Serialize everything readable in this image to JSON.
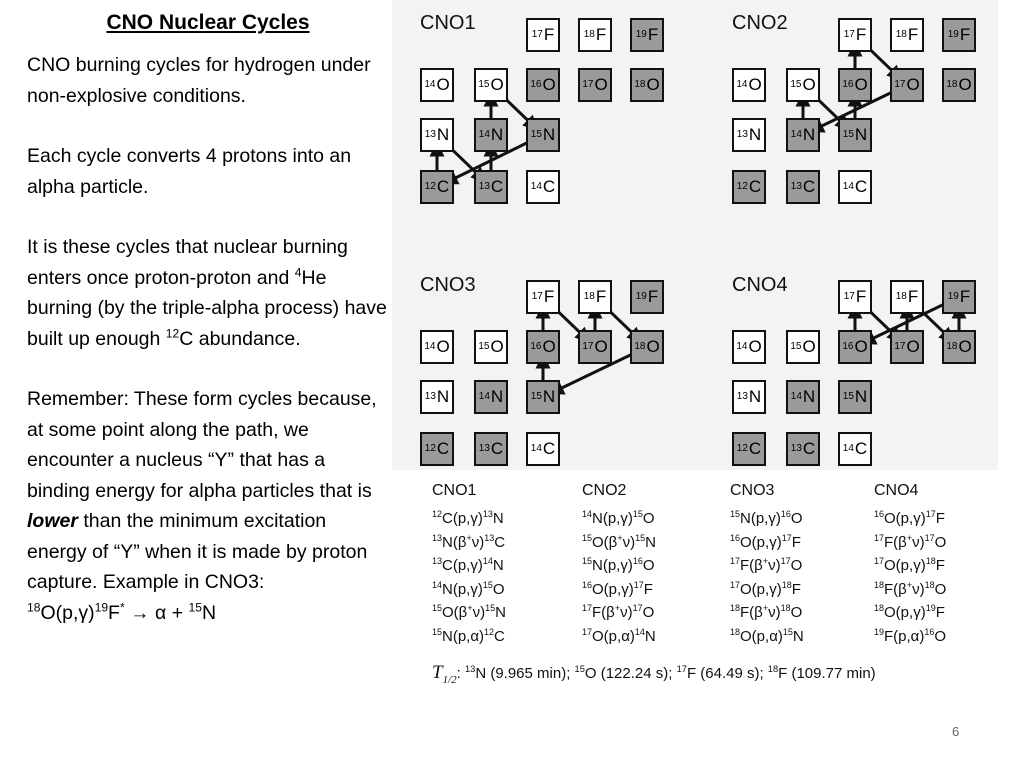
{
  "slide": {
    "title": "CNO Nuclear Cycles",
    "page_number": "6",
    "paragraphs": [
      [
        {
          "t": "CNO burning cycles for hydrogen under non-explosive conditions."
        }
      ],
      [
        {
          "t": "Each cycle converts 4 protons into an alpha particle."
        }
      ],
      [
        {
          "t": "It is these cycles that nuclear burning enters once proton-proton and "
        },
        {
          "sup": "4"
        },
        {
          "t": "He burning (by the triple-alpha process) have built up enough "
        },
        {
          "sup": "12"
        },
        {
          "t": "C abundance."
        }
      ],
      [
        {
          "t": "Remember:  These form cycles because, at some point along the path, we encounter a nucleus “Y” that has a binding energy for alpha particles that is "
        },
        {
          "bi": "lower"
        },
        {
          "t": " than the minimum excitation energy of “Y” when it is made by proton capture.  Example in CNO3: "
        },
        {
          "br": true
        },
        {
          "sup": "18"
        },
        {
          "t": "O(p,γ)"
        },
        {
          "sup": "19"
        },
        {
          "t": "F"
        },
        {
          "sup": "*"
        },
        {
          "t": " → α + "
        },
        {
          "sup": "15"
        },
        {
          "t": "N"
        }
      ]
    ]
  },
  "diagram": {
    "panels": [
      {
        "label": "CNO1",
        "nuclei": [
          {
            "id": "17F",
            "sym": "F",
            "mass": "17",
            "stable": false
          },
          {
            "id": "18F",
            "sym": "F",
            "mass": "18",
            "stable": false
          },
          {
            "id": "19F",
            "sym": "F",
            "mass": "19",
            "stable": true
          },
          {
            "id": "14O",
            "sym": "O",
            "mass": "14",
            "stable": false
          },
          {
            "id": "15O",
            "sym": "O",
            "mass": "15",
            "stable": false
          },
          {
            "id": "16O",
            "sym": "O",
            "mass": "16",
            "stable": true
          },
          {
            "id": "17O",
            "sym": "O",
            "mass": "17",
            "stable": true
          },
          {
            "id": "18O",
            "sym": "O",
            "mass": "18",
            "stable": true
          },
          {
            "id": "13N",
            "sym": "N",
            "mass": "13",
            "stable": false
          },
          {
            "id": "14N",
            "sym": "N",
            "mass": "14",
            "stable": true
          },
          {
            "id": "15N",
            "sym": "N",
            "mass": "15",
            "stable": true
          },
          {
            "id": "12C",
            "sym": "C",
            "mass": "12",
            "stable": true
          },
          {
            "id": "13C",
            "sym": "C",
            "mass": "13",
            "stable": true
          },
          {
            "id": "14C",
            "sym": "C",
            "mass": "14",
            "stable": false
          }
        ],
        "arrows": [
          [
            "12C",
            "13N"
          ],
          [
            "13N",
            "13C"
          ],
          [
            "13C",
            "14N"
          ],
          [
            "14N",
            "15O"
          ],
          [
            "15O",
            "15N"
          ],
          [
            "15N",
            "12C"
          ]
        ]
      },
      {
        "label": "CNO2",
        "nuclei": [
          {
            "id": "17F",
            "sym": "F",
            "mass": "17",
            "stable": false
          },
          {
            "id": "18F",
            "sym": "F",
            "mass": "18",
            "stable": false
          },
          {
            "id": "19F",
            "sym": "F",
            "mass": "19",
            "stable": true
          },
          {
            "id": "14O",
            "sym": "O",
            "mass": "14",
            "stable": false
          },
          {
            "id": "15O",
            "sym": "O",
            "mass": "15",
            "stable": false
          },
          {
            "id": "16O",
            "sym": "O",
            "mass": "16",
            "stable": true
          },
          {
            "id": "17O",
            "sym": "O",
            "mass": "17",
            "stable": true
          },
          {
            "id": "18O",
            "sym": "O",
            "mass": "18",
            "stable": true
          },
          {
            "id": "13N",
            "sym": "N",
            "mass": "13",
            "stable": false
          },
          {
            "id": "14N",
            "sym": "N",
            "mass": "14",
            "stable": true
          },
          {
            "id": "15N",
            "sym": "N",
            "mass": "15",
            "stable": true
          },
          {
            "id": "12C",
            "sym": "C",
            "mass": "12",
            "stable": true
          },
          {
            "id": "13C",
            "sym": "C",
            "mass": "13",
            "stable": true
          },
          {
            "id": "14C",
            "sym": "C",
            "mass": "14",
            "stable": false
          }
        ],
        "arrows": [
          [
            "14N",
            "15O"
          ],
          [
            "15O",
            "15N"
          ],
          [
            "15N",
            "16O"
          ],
          [
            "16O",
            "17F"
          ],
          [
            "17F",
            "17O"
          ],
          [
            "17O",
            "14N"
          ]
        ]
      },
      {
        "label": "CNO3",
        "nuclei": [
          {
            "id": "17F",
            "sym": "F",
            "mass": "17",
            "stable": false
          },
          {
            "id": "18F",
            "sym": "F",
            "mass": "18",
            "stable": false
          },
          {
            "id": "19F",
            "sym": "F",
            "mass": "19",
            "stable": true
          },
          {
            "id": "14O",
            "sym": "O",
            "mass": "14",
            "stable": false
          },
          {
            "id": "15O",
            "sym": "O",
            "mass": "15",
            "stable": false
          },
          {
            "id": "16O",
            "sym": "O",
            "mass": "16",
            "stable": true
          },
          {
            "id": "17O",
            "sym": "O",
            "mass": "17",
            "stable": true
          },
          {
            "id": "18O",
            "sym": "O",
            "mass": "18",
            "stable": true
          },
          {
            "id": "13N",
            "sym": "N",
            "mass": "13",
            "stable": false
          },
          {
            "id": "14N",
            "sym": "N",
            "mass": "14",
            "stable": true
          },
          {
            "id": "15N",
            "sym": "N",
            "mass": "15",
            "stable": true
          },
          {
            "id": "12C",
            "sym": "C",
            "mass": "12",
            "stable": true
          },
          {
            "id": "13C",
            "sym": "C",
            "mass": "13",
            "stable": true
          },
          {
            "id": "14C",
            "sym": "C",
            "mass": "14",
            "stable": false
          }
        ],
        "arrows": [
          [
            "15N",
            "16O"
          ],
          [
            "16O",
            "17F"
          ],
          [
            "17F",
            "17O"
          ],
          [
            "17O",
            "18F"
          ],
          [
            "18F",
            "18O"
          ],
          [
            "18O",
            "15N"
          ]
        ]
      },
      {
        "label": "CNO4",
        "nuclei": [
          {
            "id": "17F",
            "sym": "F",
            "mass": "17",
            "stable": false
          },
          {
            "id": "18F",
            "sym": "F",
            "mass": "18",
            "stable": false
          },
          {
            "id": "19F",
            "sym": "F",
            "mass": "19",
            "stable": true
          },
          {
            "id": "14O",
            "sym": "O",
            "mass": "14",
            "stable": false
          },
          {
            "id": "15O",
            "sym": "O",
            "mass": "15",
            "stable": false
          },
          {
            "id": "16O",
            "sym": "O",
            "mass": "16",
            "stable": true
          },
          {
            "id": "17O",
            "sym": "O",
            "mass": "17",
            "stable": true
          },
          {
            "id": "18O",
            "sym": "O",
            "mass": "18",
            "stable": true
          },
          {
            "id": "13N",
            "sym": "N",
            "mass": "13",
            "stable": false
          },
          {
            "id": "14N",
            "sym": "N",
            "mass": "14",
            "stable": true
          },
          {
            "id": "15N",
            "sym": "N",
            "mass": "15",
            "stable": true
          },
          {
            "id": "12C",
            "sym": "C",
            "mass": "12",
            "stable": true
          },
          {
            "id": "13C",
            "sym": "C",
            "mass": "13",
            "stable": true
          },
          {
            "id": "14C",
            "sym": "C",
            "mass": "14",
            "stable": false
          }
        ],
        "arrows": [
          [
            "16O",
            "17F"
          ],
          [
            "17F",
            "17O"
          ],
          [
            "17O",
            "18F"
          ],
          [
            "18F",
            "18O"
          ],
          [
            "18O",
            "19F"
          ],
          [
            "19F",
            "16O"
          ]
        ]
      }
    ]
  },
  "reactions": {
    "columns": [
      {
        "header": "CNO1",
        "lines": [
          [
            [
              "sup",
              "12"
            ],
            [
              "t",
              "C(p,γ)"
            ],
            [
              "sup",
              "13"
            ],
            [
              "t",
              "N"
            ]
          ],
          [
            [
              "sup",
              "13"
            ],
            [
              "t",
              "N(β"
            ],
            [
              "sup",
              "+"
            ],
            [
              "t",
              "ν)"
            ],
            [
              "sup",
              "13"
            ],
            [
              "t",
              "C"
            ]
          ],
          [
            [
              "sup",
              "13"
            ],
            [
              "t",
              "C(p,γ)"
            ],
            [
              "sup",
              "14"
            ],
            [
              "t",
              "N"
            ]
          ],
          [
            [
              "sup",
              "14"
            ],
            [
              "t",
              "N(p,γ)"
            ],
            [
              "sup",
              "15"
            ],
            [
              "t",
              "O"
            ]
          ],
          [
            [
              "sup",
              "15"
            ],
            [
              "t",
              "O(β"
            ],
            [
              "sup",
              "+"
            ],
            [
              "t",
              "ν)"
            ],
            [
              "sup",
              "15"
            ],
            [
              "t",
              "N"
            ]
          ],
          [
            [
              "sup",
              "15"
            ],
            [
              "t",
              "N(p,α)"
            ],
            [
              "sup",
              "12"
            ],
            [
              "t",
              "C"
            ]
          ]
        ]
      },
      {
        "header": "CNO2",
        "lines": [
          [
            [
              "sup",
              "14"
            ],
            [
              "t",
              "N(p,γ)"
            ],
            [
              "sup",
              "15"
            ],
            [
              "t",
              "O"
            ]
          ],
          [
            [
              "sup",
              "15"
            ],
            [
              "t",
              "O(β"
            ],
            [
              "sup",
              "+"
            ],
            [
              "t",
              "ν)"
            ],
            [
              "sup",
              "15"
            ],
            [
              "t",
              "N"
            ]
          ],
          [
            [
              "sup",
              "15"
            ],
            [
              "t",
              "N(p,γ)"
            ],
            [
              "sup",
              "16"
            ],
            [
              "t",
              "O"
            ]
          ],
          [
            [
              "sup",
              "16"
            ],
            [
              "t",
              "O(p,γ)"
            ],
            [
              "sup",
              "17"
            ],
            [
              "t",
              "F"
            ]
          ],
          [
            [
              "sup",
              "17"
            ],
            [
              "t",
              "F(β"
            ],
            [
              "sup",
              "+"
            ],
            [
              "t",
              "ν)"
            ],
            [
              "sup",
              "17"
            ],
            [
              "t",
              "O"
            ]
          ],
          [
            [
              "sup",
              "17"
            ],
            [
              "t",
              "O(p,α)"
            ],
            [
              "sup",
              "14"
            ],
            [
              "t",
              "N"
            ]
          ]
        ]
      },
      {
        "header": "CNO3",
        "lines": [
          [
            [
              "sup",
              "15"
            ],
            [
              "t",
              "N(p,γ)"
            ],
            [
              "sup",
              "16"
            ],
            [
              "t",
              "O"
            ]
          ],
          [
            [
              "sup",
              "16"
            ],
            [
              "t",
              "O(p,γ)"
            ],
            [
              "sup",
              "17"
            ],
            [
              "t",
              "F"
            ]
          ],
          [
            [
              "sup",
              "17"
            ],
            [
              "t",
              "F(β"
            ],
            [
              "sup",
              "+"
            ],
            [
              "t",
              "ν)"
            ],
            [
              "sup",
              "17"
            ],
            [
              "t",
              "O"
            ]
          ],
          [
            [
              "sup",
              "17"
            ],
            [
              "t",
              "O(p,γ)"
            ],
            [
              "sup",
              "18"
            ],
            [
              "t",
              "F"
            ]
          ],
          [
            [
              "sup",
              "18"
            ],
            [
              "t",
              "F(β"
            ],
            [
              "sup",
              "+"
            ],
            [
              "t",
              "ν)"
            ],
            [
              "sup",
              "18"
            ],
            [
              "t",
              "O"
            ]
          ],
          [
            [
              "sup",
              "18"
            ],
            [
              "t",
              "O(p,α)"
            ],
            [
              "sup",
              "15"
            ],
            [
              "t",
              "N"
            ]
          ]
        ]
      },
      {
        "header": "CNO4",
        "lines": [
          [
            [
              "sup",
              "16"
            ],
            [
              "t",
              "O(p,γ)"
            ],
            [
              "sup",
              "17"
            ],
            [
              "t",
              "F"
            ]
          ],
          [
            [
              "sup",
              "17"
            ],
            [
              "t",
              "F(β"
            ],
            [
              "sup",
              "+"
            ],
            [
              "t",
              "ν)"
            ],
            [
              "sup",
              "17"
            ],
            [
              "t",
              "O"
            ]
          ],
          [
            [
              "sup",
              "17"
            ],
            [
              "t",
              "O(p,γ)"
            ],
            [
              "sup",
              "18"
            ],
            [
              "t",
              "F"
            ]
          ],
          [
            [
              "sup",
              "18"
            ],
            [
              "t",
              "F(β"
            ],
            [
              "sup",
              "+"
            ],
            [
              "t",
              "ν)"
            ],
            [
              "sup",
              "18"
            ],
            [
              "t",
              "O"
            ]
          ],
          [
            [
              "sup",
              "18"
            ],
            [
              "t",
              "O(p,γ)"
            ],
            [
              "sup",
              "19"
            ],
            [
              "t",
              "F"
            ]
          ],
          [
            [
              "sup",
              "19"
            ],
            [
              "t",
              "F(p,α)"
            ],
            [
              "sup",
              "16"
            ],
            [
              "t",
              "O"
            ]
          ]
        ]
      }
    ],
    "halflife_label_main": "T",
    "halflife_label_sub": "1/2",
    "halflife_items": [
      [
        [
          "sup",
          "13"
        ],
        [
          "t",
          "N (9.965 min); "
        ]
      ],
      [
        [
          "sup",
          "15"
        ],
        [
          "t",
          "O (122.24 s); "
        ]
      ],
      [
        [
          "sup",
          "17"
        ],
        [
          "t",
          "F (64.49 s); "
        ]
      ],
      [
        [
          "sup",
          "18"
        ],
        [
          "t",
          "F (109.77 min)"
        ]
      ]
    ]
  },
  "colors": {
    "stable_fill": "#9a9a9a",
    "unstable_fill": "#ffffff",
    "panel_background": "#f3f3f3",
    "arrow": "#111111"
  }
}
